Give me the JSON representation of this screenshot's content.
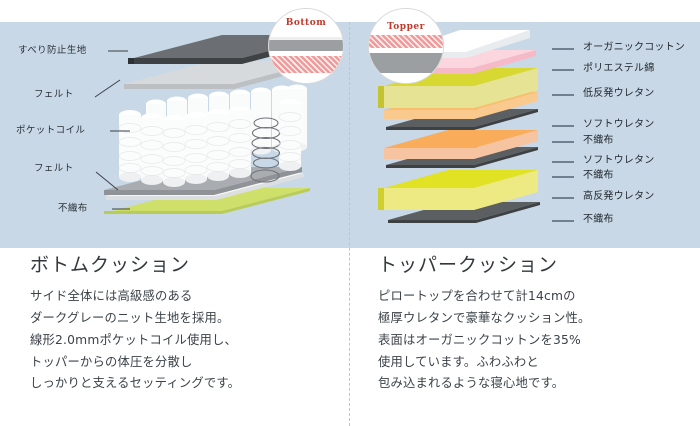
{
  "theme": {
    "diagram_bg": "#c8d8e6",
    "page_bg": "#ffffff",
    "text_dark": "#33383d",
    "accent_red": "#c0392b",
    "leader": "#6f8090"
  },
  "bottom_diagram": {
    "callout": {
      "label": "Bottom"
    },
    "labels": [
      {
        "text": "すべり防止生地",
        "layer": "anti-slip-fabric"
      },
      {
        "text": "フェルト",
        "layer": "felt-top"
      },
      {
        "text": "ポケットコイル",
        "layer": "pocket-coil"
      },
      {
        "text": "フェルト",
        "layer": "felt-bottom"
      },
      {
        "text": "不織布",
        "layer": "non-woven-fabric"
      }
    ],
    "layer_colors": {
      "anti_slip_fabric": "#6b6f73",
      "felt": "#cfd2d4",
      "coil": "#fdfdfd",
      "felt_bottom": "#a9adb1",
      "non_woven": "#c3d94b"
    }
  },
  "topper_diagram": {
    "callout": {
      "label": "Topper"
    },
    "labels": [
      {
        "text": "オーガニックコットン",
        "color": "#ffffff"
      },
      {
        "text": "ポリエステル綿",
        "color": "#f8c9d4"
      },
      {
        "text": "低反発ウレタン",
        "color": "#d8d832"
      },
      {
        "text": "ソフトウレタン",
        "color": "#f9b濃"
      },
      {
        "text": "不織布",
        "color": "#4d4d4d"
      },
      {
        "text": "ソフトウレタン",
        "color": "#f9ac5a"
      },
      {
        "text": "不織布",
        "color": "#4d4d4d"
      },
      {
        "text": "高反発ウレタン",
        "color": "#e2e224"
      },
      {
        "text": "不織布",
        "color": "#4d4d4d"
      }
    ]
  },
  "columns": [
    {
      "title": "ボトムクッション",
      "lines": [
        "サイド全体には高級感のある",
        "ダークグレーのニット生地を採用。",
        "線形2.0mmポケットコイル使用し、",
        "トッパーからの体圧を分散し",
        "しっかりと支えるセッティングです。"
      ]
    },
    {
      "title": "トッパークッション",
      "lines": [
        "ピロートップを合わせて計14cmの",
        "極厚ウレタンで豪華なクッション性。",
        "表面はオーガニックコットンを35%",
        "使用しています。ふわふわと",
        "包み込まれるような寝心地です。"
      ]
    }
  ]
}
